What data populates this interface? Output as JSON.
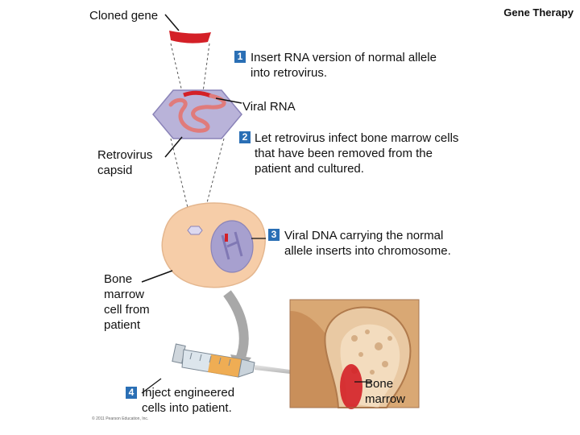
{
  "title": "Gene Therapy",
  "labels": {
    "cloned_gene": "Cloned gene",
    "viral_rna": "Viral RNA",
    "retrovirus_capsid": "Retrovirus\ncapsid",
    "bone_marrow_cell": "Bone\nmarrow\ncell from\npatient",
    "bone_marrow": "Bone\nmarrow"
  },
  "steps": [
    {
      "number": "1",
      "text": "Insert RNA version of normal allele\ninto retrovirus."
    },
    {
      "number": "2",
      "text": "Let retrovirus infect bone marrow cells\nthat have been removed from the\npatient and cultured."
    },
    {
      "number": "3",
      "text": "Viral DNA carrying the normal\nallele inserts into chromosome."
    },
    {
      "number": "4",
      "text": "Inject engineered\ncells into patient."
    }
  ],
  "copyright": "© 2011 Pearson Education, Inc.",
  "colors": {
    "gene_red": "#d42027",
    "capsid_lavender": "#b9b3d9",
    "cell_peach": "#f6cda8",
    "nucleus_purple": "#a7a0cf",
    "badge_blue": "#2a6fb5",
    "syringe_orange": "#f2a33a",
    "bone_tan": "#e9c9a3"
  }
}
